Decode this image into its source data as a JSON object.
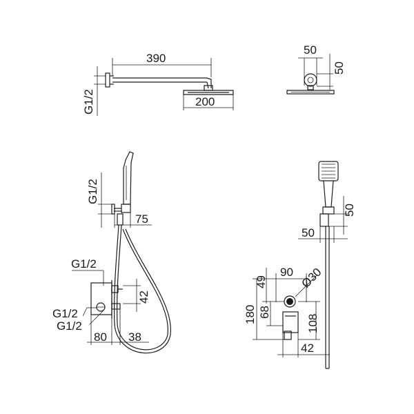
{
  "top_left": {
    "d390": "390",
    "d200": "200",
    "g12": "G1/2"
  },
  "top_right": {
    "d50a": "50",
    "d50b": "50"
  },
  "mid_left": {
    "g12": "G1/2",
    "d75": "75"
  },
  "bottom_left": {
    "g12_top": "G1/2",
    "d42": "42",
    "g12_mid": "G1/2",
    "g12_bot": "G1/2",
    "d80": "80",
    "d38": "38"
  },
  "right_view": {
    "d50_v": "50",
    "d50_h": "50",
    "d90": "90",
    "d49": "49",
    "d30": "Ø30",
    "d180": "180",
    "d68": "68",
    "d108": "108",
    "d42": "42"
  }
}
